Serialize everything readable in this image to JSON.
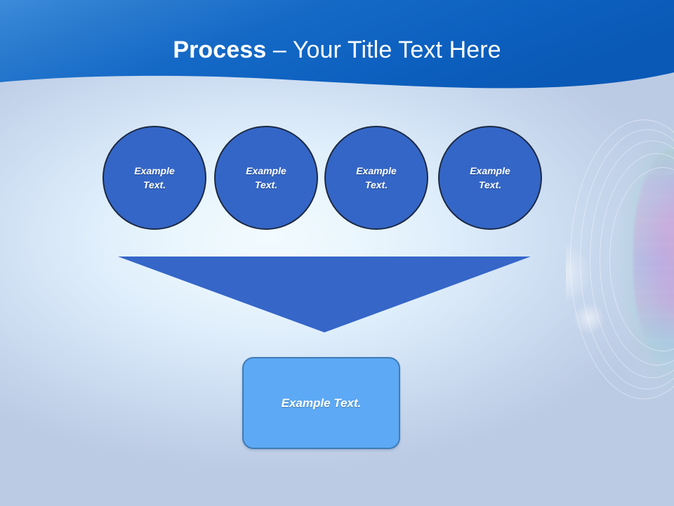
{
  "slide": {
    "title": {
      "strong": "Process",
      "rest": " – Your Title Text Here"
    },
    "theme": {
      "header_gradient_start": "#3585d6",
      "header_gradient_end": "#0b5cbb",
      "background_center": "#f2fbfe",
      "background_edge": "#bccbe4",
      "circle_fill": "#3466c7",
      "circle_border": "#1c2a44",
      "arrow_fill": "#3566c8",
      "result_fill": "#5da9f5",
      "result_border": "#3f7cb6",
      "text_color": "#ffffff"
    },
    "steps": [
      {
        "label": "Example\nText."
      },
      {
        "label": "Example\nText."
      },
      {
        "label": "Example\nText."
      },
      {
        "label": "Example\nText."
      }
    ],
    "arrow": {
      "name": "down-arrow",
      "direction": "down"
    },
    "result": {
      "label": "Example Text."
    },
    "decoration": {
      "name": "disc-photo-watermark"
    }
  }
}
